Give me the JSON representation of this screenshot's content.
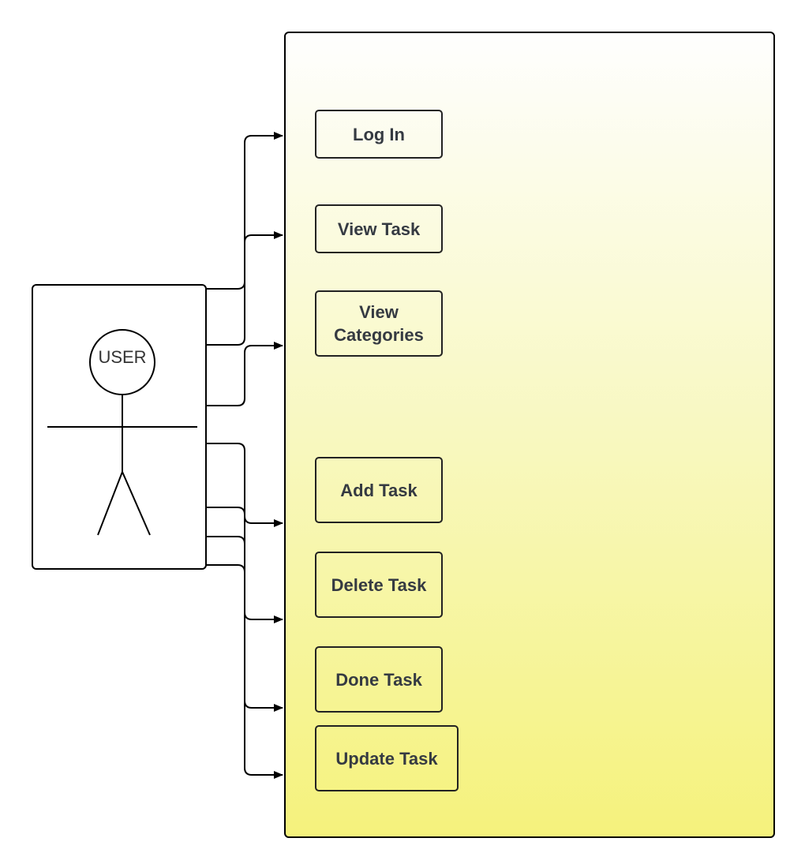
{
  "actor": {
    "label": "USER"
  },
  "use_cases": [
    "Log In",
    "View Task",
    "View\nCategories",
    "Add Task",
    "Delete Task",
    "Done Task",
    "Update Task"
  ],
  "colors": {
    "system_gradient_top": "#fefefe",
    "system_gradient_bottom": "#f5f27c",
    "stroke": "#000000",
    "text": "#353a42"
  }
}
